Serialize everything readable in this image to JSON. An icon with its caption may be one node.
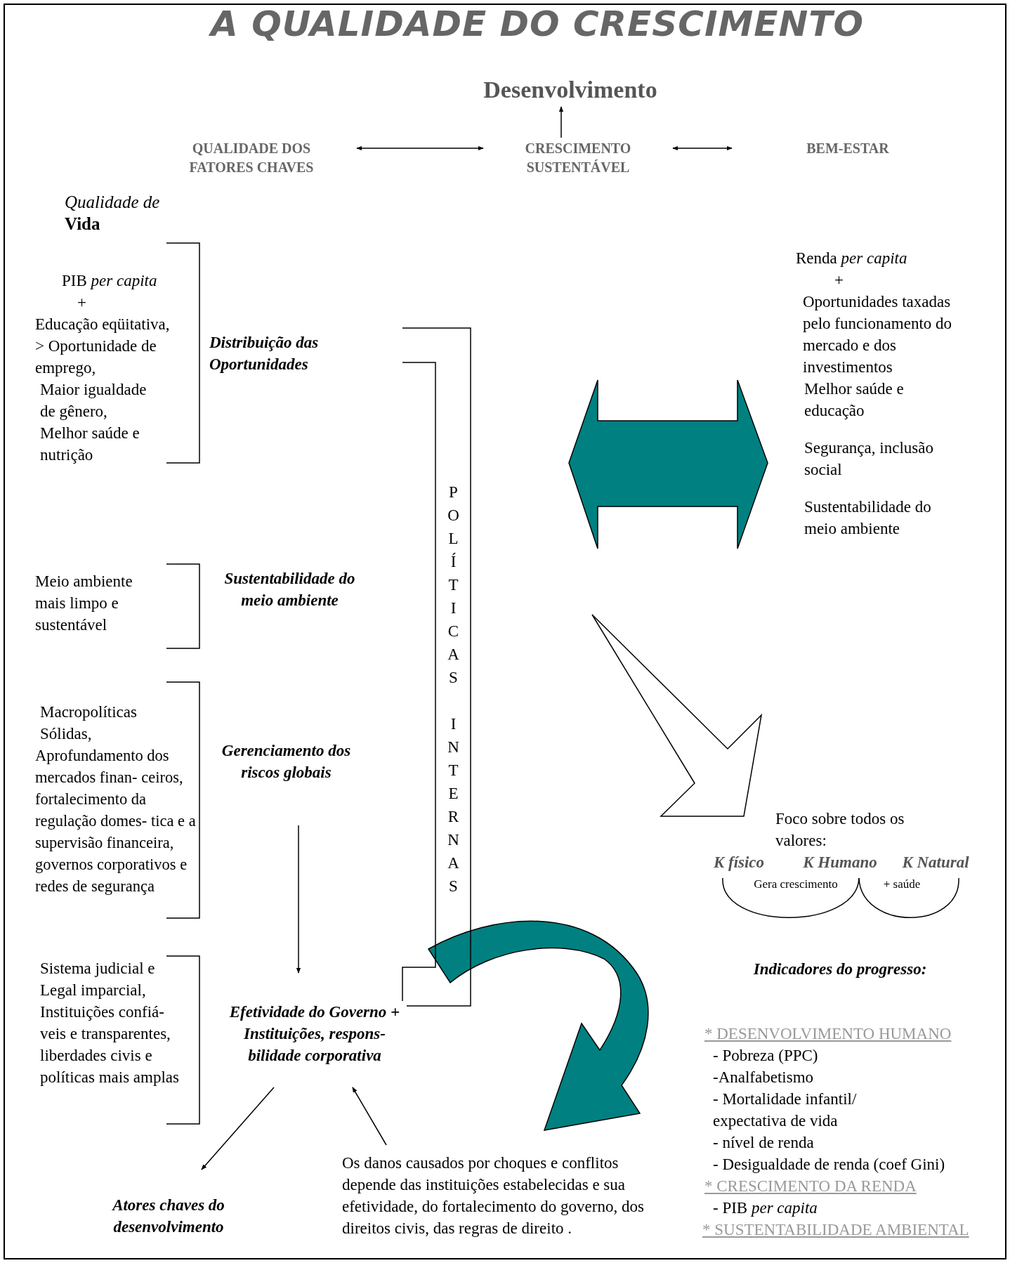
{
  "diagram": {
    "title": "A QUALIDADE DO CRESCIMENTO",
    "nodes": [
      {
        "text": [
          "Desenvolvimento"
        ]
      },
      {
        "text": [
          "QUALIDADE DOS FATORES CHAVES"
        ]
      },
      {
        "text": [
          "CRESCIMENTO SUSTENTÁVEL"
        ]
      },
      {
        "text": [
          "BEM-ESTAR"
        ]
      },
      {
        "text": [
          "Distribuição das Oportunidades"
        ]
      },
      {
        "text": [
          "Sustentabilidade do meio ambiente"
        ]
      },
      {
        "text": [
          "Gerenciamento dos riscos globais"
        ]
      },
      {
        "text": [
          "Efetividade do Governo + Instituições, respons- bilidade corporativa"
        ]
      },
      {
        "text": [
          "Atores chaves do desenvolvimento"
        ]
      },
      {
        "text": [
          "Os danos causados por choques e conflitos depende das instituições estabelecidas e sua efetividade, do fortalecimento do governo, dos direitos civis, das regras de direito ."
        ]
      },
      {
        "text": [
          "Renda *per capita*",
          "+",
          "Oportunidades taxadas pelo funcionamento do mercado e dos investimentos",
          "Melhor saúde e educação",
          "Segurança, inclusão social",
          "Sustentabilidade do meio ambiente"
        ]
      },
      {
        "text": [
          "Foco sobre todos os valores:"
        ]
      }
    ],
    "edges": [
      {
        "from": 2,
        "to": 0,
        "arrow": "to"
      },
      {
        "from": 1,
        "to": 2,
        "arrow": "both"
      },
      {
        "from": 2,
        "to": 3,
        "arrow": "both"
      },
      {
        "from": 4,
        "to": 7,
        "arrow": "none",
        "label": "POLÍTICAS INTERNAS"
      },
      {
        "from": 4,
        "to": 7,
        "arrow": "none"
      },
      {
        "from": 6,
        "to": 7,
        "arrow": "to"
      },
      {
        "from": 7,
        "to": 8,
        "arrow": "to"
      },
      {
        "from": 9,
        "to": 7,
        "arrow": "to"
      },
      {
        "from": null,
        "to": 10,
        "arrow": "both",
        "style": "thick",
        "color": "#008080"
      },
      {
        "from": null,
        "to": 11,
        "arrow": "to",
        "style": "thick"
      }
    ],
    "labels": [
      "*Qualidade de* **Vida**",
      "PIB *per capita*",
      "+",
      "Educação eqüitativa,",
      "> Oportunidade de emprego,",
      "Maior igualdade de gênero,",
      "Melhor saúde e nutrição",
      "Meio ambiente mais limpo e sustentável",
      "Macropolíticas Sólidas,",
      "Aprofundamento dos mercados finan- ceiros, fortalecimento da regulação domes- tica e a supervisão financeira, governos corporativos e redes de segurança",
      "Sistema judicial e Legal imparcial, Instituições confiá- veis e transparentes, liberdades civis e políticas mais amplas",
      "K físico",
      "K Humano",
      "K Natural",
      "Gera crescimento",
      "+ saúde",
      "Indicadores do progresso:",
      "* DESENVOLVIMENTO HUMANO",
      "- Pobreza (PPC)",
      "-Analfabetismo",
      "- Mortalidade infantil/ expectativa de vida",
      "- nível de renda",
      "- Desigualdade de renda (coef Gini)",
      "* CRESCIMENTO DA RENDA",
      "- PIB *per capita*",
      "* SUSTENTABILIDADE AMBIENTAL"
    ]
  }
}
